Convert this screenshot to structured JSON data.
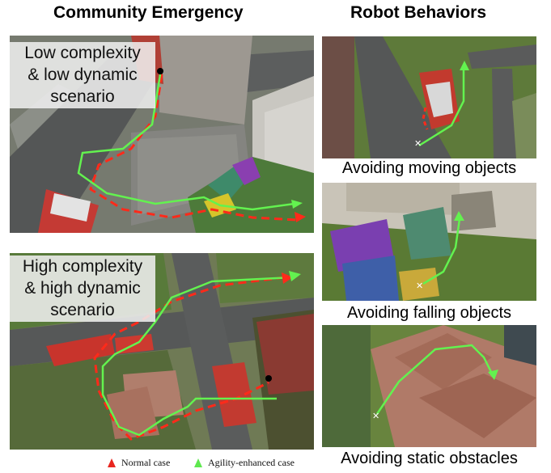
{
  "headers": {
    "left": "Community Emergency",
    "right": "Robot Behaviors"
  },
  "panels": {
    "low": {
      "lines": [
        "Low complexity",
        "& low dynamic",
        "scenario"
      ]
    },
    "high": {
      "lines": [
        "High complexity",
        "& high dynamic",
        "scenario"
      ]
    }
  },
  "captions": {
    "moving": "Avoiding moving objects",
    "falling": "Avoiding falling objects",
    "static": "Avoiding static obstacles"
  },
  "legend": {
    "normal": {
      "label": "Normal case",
      "color": "#e8261f"
    },
    "agility": {
      "label": "Agility-enhanced case",
      "color": "#5fe84f"
    }
  }
}
